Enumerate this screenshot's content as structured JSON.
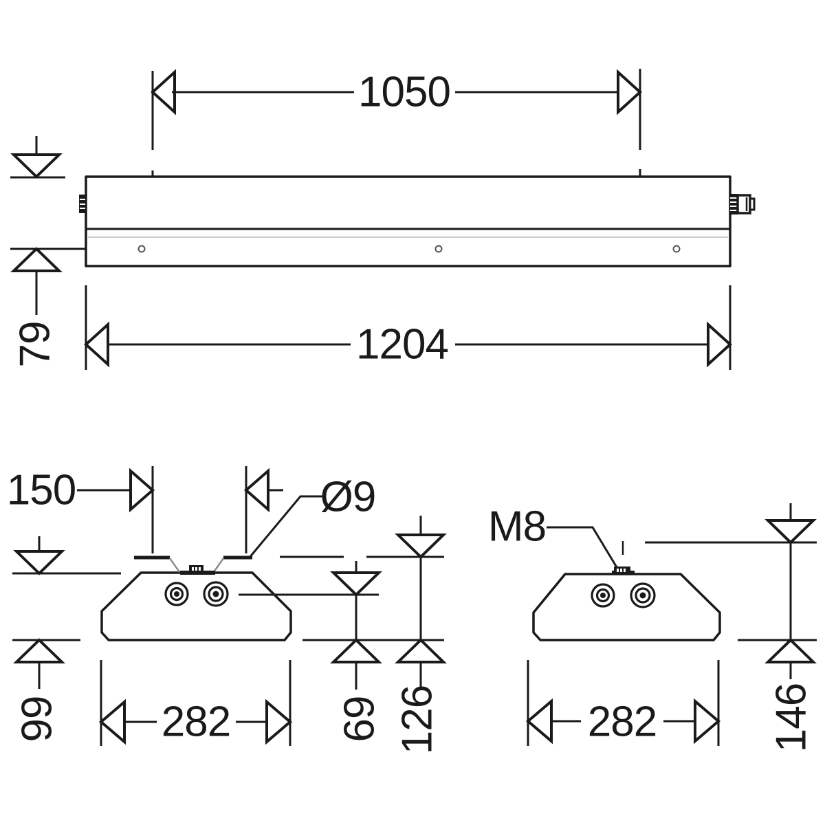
{
  "drawing_type": "luminaire dimensional drawing",
  "colors": {
    "line": "#1a1a1a",
    "background": "#ffffff"
  },
  "top_view": {
    "suspension_pitch": "1050",
    "overall_length": "1204",
    "body_height": "79"
  },
  "left_section": {
    "bracket_slot_span": "150",
    "slot_hole_diameter": "Ø9",
    "housing_height": "99",
    "housing_width": "282",
    "screw_axis_height": "69",
    "bracket_overall_height": "126"
  },
  "right_section": {
    "stud_thread": "M8",
    "housing_width": "282",
    "overall_height": "146"
  }
}
